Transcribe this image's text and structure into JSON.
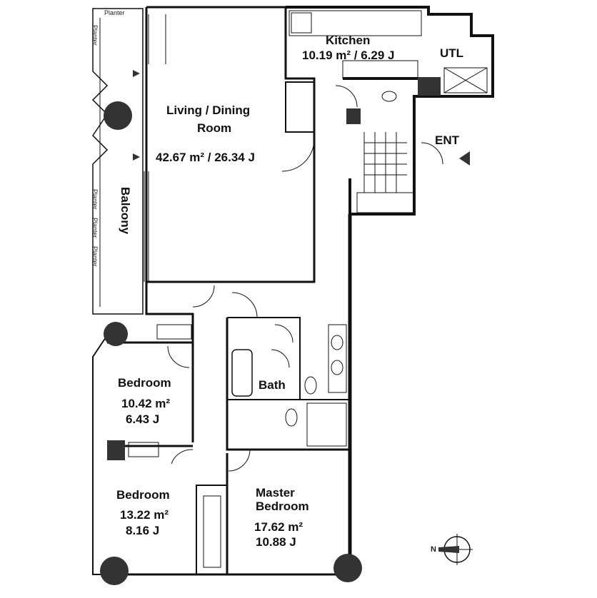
{
  "rooms": {
    "kitchen": {
      "name": "Kitchen",
      "area": "10.19 m² / 6.29 J"
    },
    "utl": {
      "name": "UTL"
    },
    "living": {
      "name_line1": "Living / Dining",
      "name_line2": "Room",
      "area": "42.67 m² / 26.34 J"
    },
    "balcony": {
      "name": "Balcony"
    },
    "entrance": {
      "name": "ENT"
    },
    "bath": {
      "name": "Bath"
    },
    "bedroom1": {
      "name": "Bedroom",
      "area_m2": "10.42 m²",
      "area_j": "6.43 J"
    },
    "bedroom2": {
      "name": "Bedroom",
      "area_m2": "13.22 m²",
      "area_j": "8.16 J"
    },
    "master": {
      "name_line1": "Master",
      "name_line2": "Bedroom",
      "area_m2": "17.62 m²",
      "area_j": "10.88 J"
    }
  },
  "planters": [
    "Planter",
    "Planter",
    "Planter",
    "Planter",
    "Planter"
  ],
  "compass": {
    "north_label": "N"
  }
}
